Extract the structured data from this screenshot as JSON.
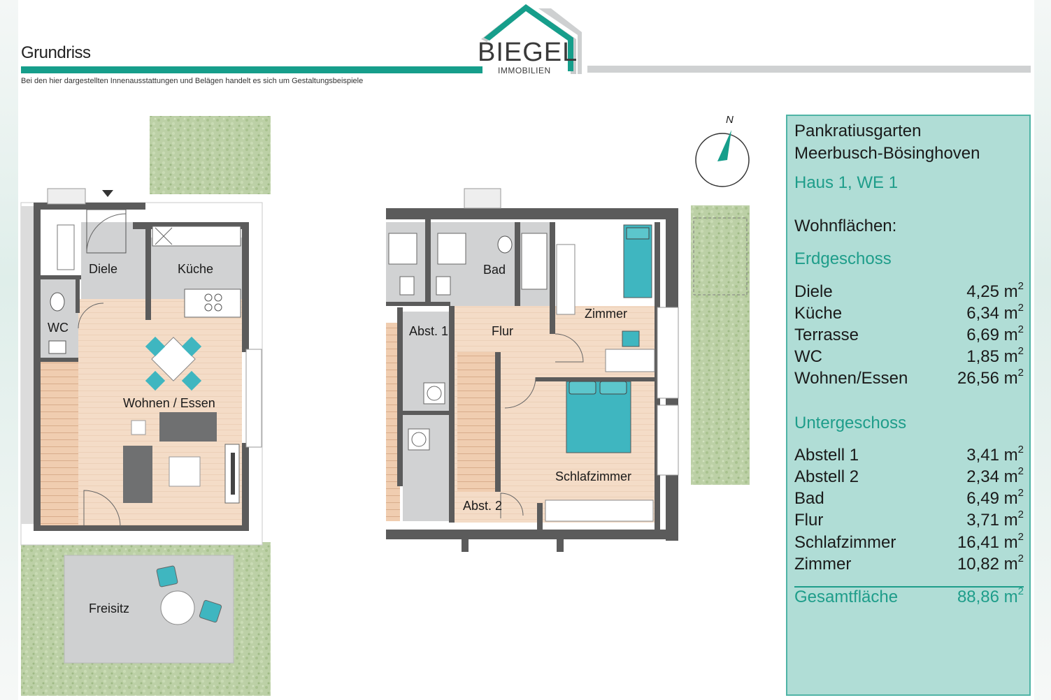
{
  "header": {
    "title": "Grundriss",
    "disclaimer": "Bei den hier dargestellten Innenausstattungen und Belägen handelt es sich um Gestaltungsbeispiele",
    "logo_name": "BIEGEL",
    "logo_sub": "IMMOBILIEN"
  },
  "ground_floor": {
    "rooms": {
      "diele": "Diele",
      "kueche": "Küche",
      "wc": "WC",
      "wohnen": "Wohnen / Essen",
      "freisitz": "Freisitz"
    }
  },
  "lower_floor": {
    "rooms": {
      "bad": "Bad",
      "abst1": "Abst. 1",
      "flur": "Flur",
      "zimmer": "Zimmer",
      "schlafzimmer": "Schlafzimmer",
      "abst2": "Abst. 2"
    }
  },
  "compass": {
    "label": "N"
  },
  "info": {
    "project_line1": "Pankratiusgarten",
    "project_line2": "Meerbusch-Bösinghoven",
    "house": "Haus 1, WE 1",
    "wohnflaechen": "Wohnflächen:",
    "erdgeschoss_title": "Erdgeschoss",
    "erdgeschoss": [
      {
        "name": "Diele",
        "value": "4,25 m",
        "unit_sup": "2"
      },
      {
        "name": "Küche",
        "value": "6,34 m",
        "unit_sup": "2"
      },
      {
        "name": "Terrasse",
        "value": "6,69 m",
        "unit_sup": "2"
      },
      {
        "name": "WC",
        "value": "1,85 m",
        "unit_sup": "2"
      },
      {
        "name": "Wohnen/Essen",
        "value": "26,56 m",
        "unit_sup": "2"
      }
    ],
    "untergeschoss_title": "Untergeschoss",
    "untergeschoss": [
      {
        "name": "Abstell 1",
        "value": "3,41 m",
        "unit_sup": "2"
      },
      {
        "name": "Abstell 2",
        "value": "2,34 m",
        "unit_sup": "2"
      },
      {
        "name": "Bad",
        "value": "6,49 m",
        "unit_sup": "2"
      },
      {
        "name": "Flur",
        "value": "3,71 m",
        "unit_sup": "2"
      },
      {
        "name": "Schlafzimmer",
        "value": "16,41 m",
        "unit_sup": "2"
      },
      {
        "name": "Zimmer",
        "value": "10,82 m",
        "unit_sup": "2"
      }
    ],
    "total_name": "Gesamtfläche",
    "total_value": "88,86 m",
    "total_sup": "2"
  },
  "colors": {
    "brand_teal": "#169e8b",
    "floor_wood": "#f3dcc8",
    "tile_grey": "#cfd0d1",
    "wall": "#5a5a5a",
    "furniture_teal": "#3fb6c0",
    "grass": "#bfd2a8",
    "panel_bg": "#b0ddd6"
  }
}
